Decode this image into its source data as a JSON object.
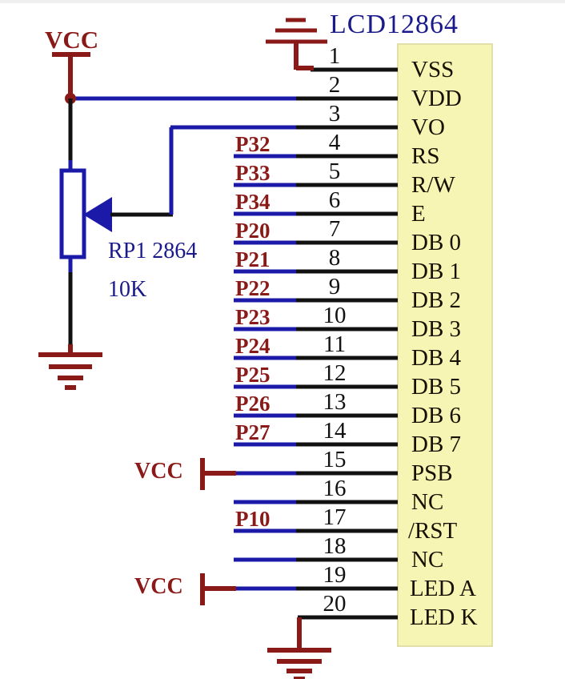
{
  "diagram": {
    "title": "LCD12864",
    "component_ref": "RP1 2864",
    "component_value": "10K",
    "colors": {
      "wire_blue": "#1b1aa8",
      "wire_black": "#111111",
      "net_red": "#8a1a18",
      "box_fill": "#f7f5b4",
      "box_stroke": "#d8d49a",
      "label_blue": "#1b1a8c"
    },
    "power_nets": [
      {
        "name": "vcc-top",
        "label": "VCC"
      },
      {
        "name": "vcc-psb",
        "label": "VCC"
      },
      {
        "name": "vcc-leda",
        "label": "VCC"
      }
    ],
    "ground_symbols": [
      {
        "name": "gnd-vss"
      },
      {
        "name": "gnd-pot"
      },
      {
        "name": "gnd-ledk"
      }
    ],
    "pins": [
      {
        "num": "1",
        "name": "VSS",
        "net": ""
      },
      {
        "num": "2",
        "name": "VDD",
        "net": ""
      },
      {
        "num": "3",
        "name": "VO",
        "net": ""
      },
      {
        "num": "4",
        "name": "RS",
        "net": "P32"
      },
      {
        "num": "5",
        "name": "R/W",
        "net": "P33"
      },
      {
        "num": "6",
        "name": "E",
        "net": "P34"
      },
      {
        "num": "7",
        "name": "DB 0",
        "net": "P20"
      },
      {
        "num": "8",
        "name": "DB 1",
        "net": "P21"
      },
      {
        "num": "9",
        "name": "DB 2",
        "net": "P22"
      },
      {
        "num": "10",
        "name": "DB 3",
        "net": "P23"
      },
      {
        "num": "11",
        "name": "DB 4",
        "net": "P24"
      },
      {
        "num": "12",
        "name": "DB 5",
        "net": "P25"
      },
      {
        "num": "13",
        "name": "DB 6",
        "net": "P26"
      },
      {
        "num": "14",
        "name": "DB 7",
        "net": "P27"
      },
      {
        "num": "15",
        "name": "PSB",
        "net": ""
      },
      {
        "num": "16",
        "name": "NC",
        "net": ""
      },
      {
        "num": "17",
        "name": "/RST",
        "net": "P10"
      },
      {
        "num": "18",
        "name": "NC",
        "net": ""
      },
      {
        "num": "19",
        "name": "LED A",
        "net": ""
      },
      {
        "num": "20",
        "name": "LED K",
        "net": ""
      }
    ]
  }
}
